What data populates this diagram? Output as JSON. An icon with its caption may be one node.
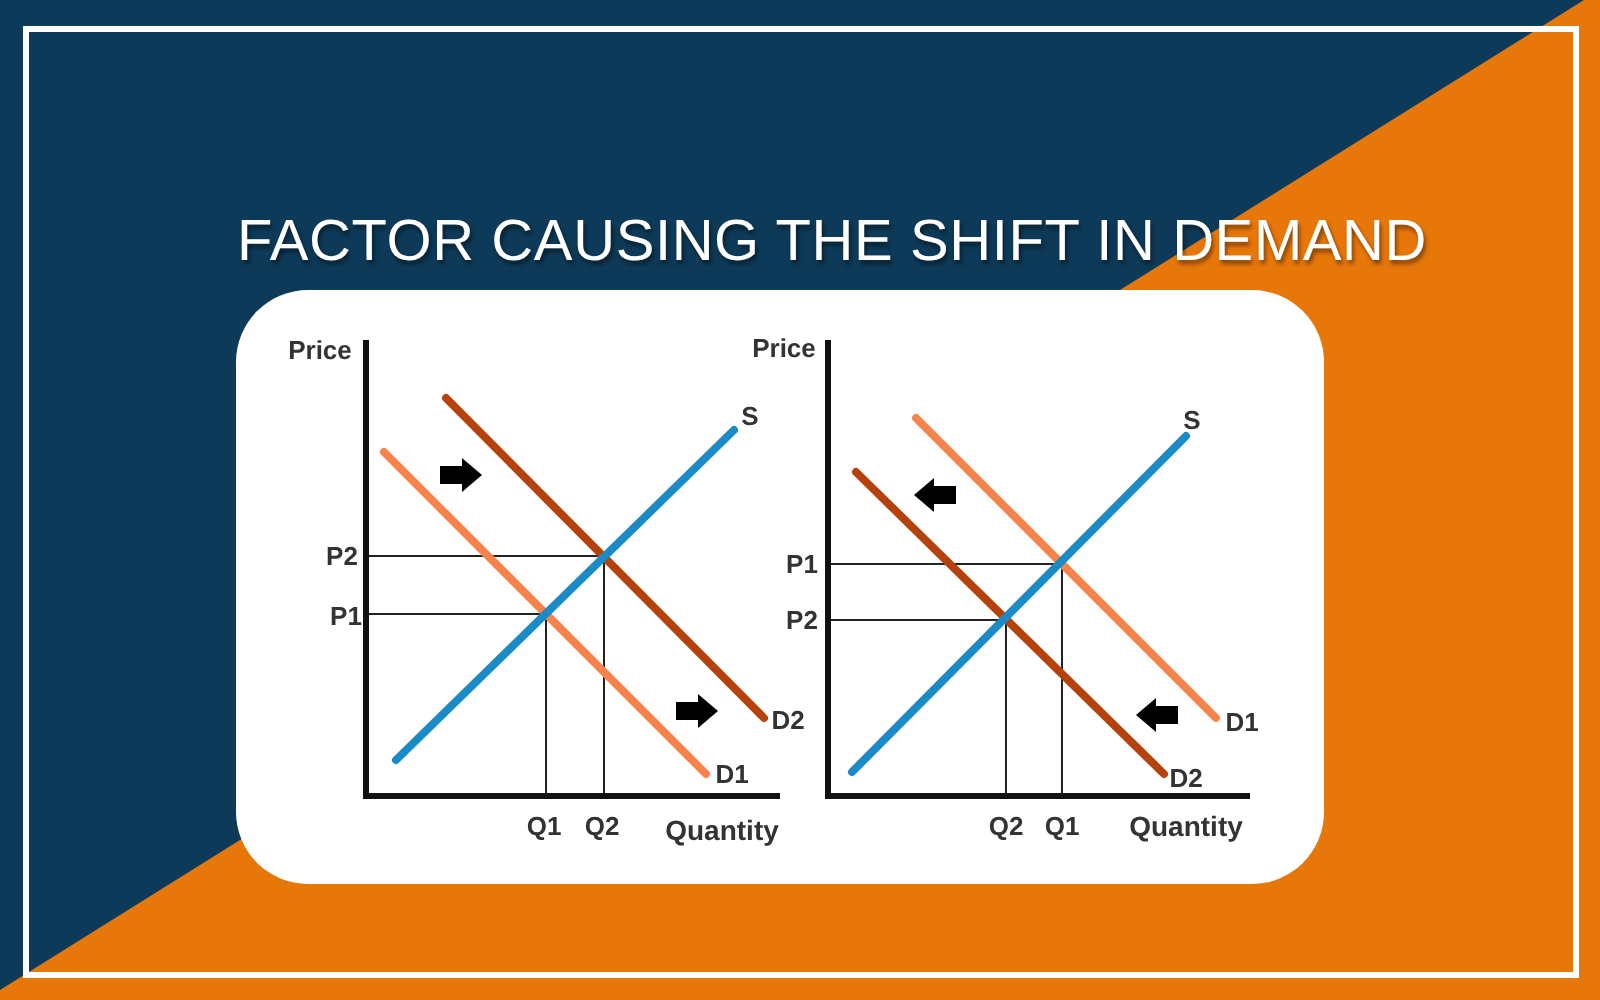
{
  "diagram": {
    "title": "FACTOR CAUSING THE SHIFT IN DEMAND",
    "labels": [
      "Price",
      "S",
      "P2",
      "P1",
      "D2",
      "D1",
      "Q1",
      "Q2",
      "Quantity",
      "Price",
      "S",
      "P1",
      "P2",
      "D1",
      "D2",
      "Q2",
      "Q1",
      "Quantity"
    ]
  }
}
